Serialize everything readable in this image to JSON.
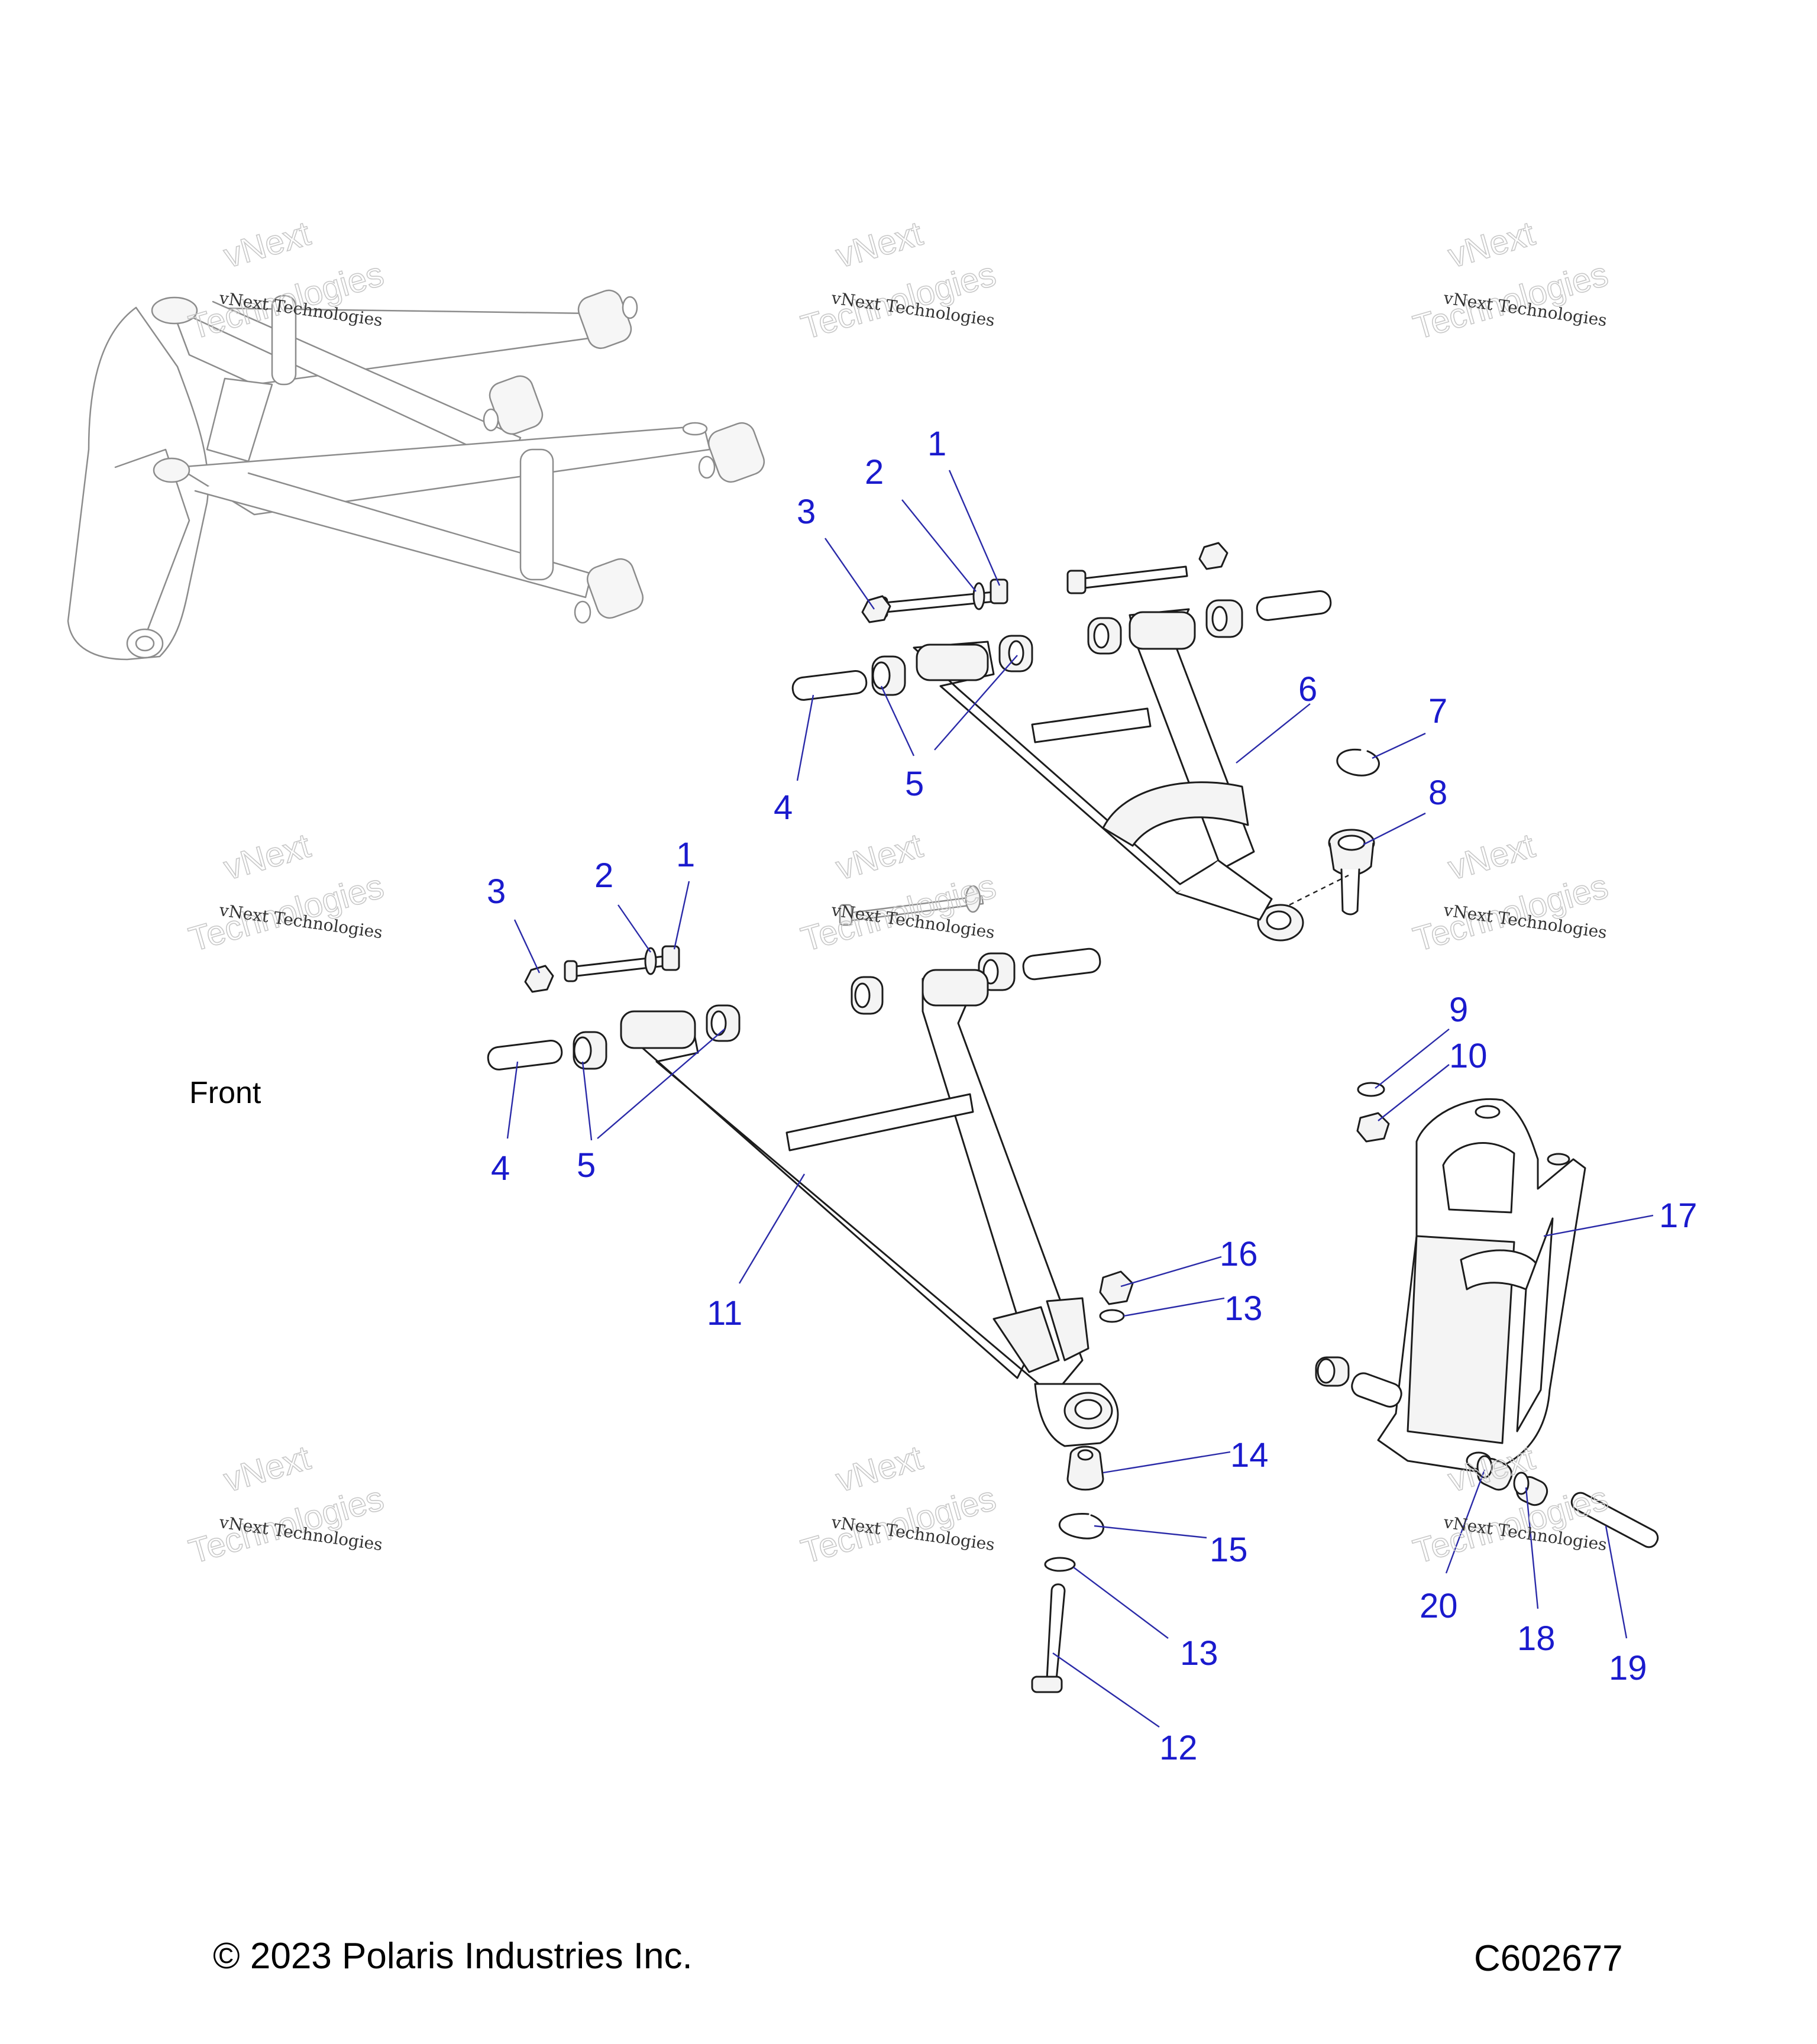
{
  "diagram": {
    "front_label": "Front",
    "copyright": "© 2023 Polaris Industries Inc.",
    "diagram_code": "C602677",
    "watermark_small": "vNext Technologies",
    "watermark_big": "Technologies",
    "watermark_top": "vNext",
    "callouts_upper": [
      "1",
      "2",
      "3",
      "4",
      "5",
      "6",
      "7",
      "8"
    ],
    "callouts_lower": [
      "1",
      "2",
      "3",
      "4",
      "5",
      "11",
      "16",
      "13",
      "14",
      "15",
      "13",
      "12"
    ],
    "callouts_right": [
      "9",
      "10",
      "17",
      "20",
      "18",
      "19"
    ]
  }
}
